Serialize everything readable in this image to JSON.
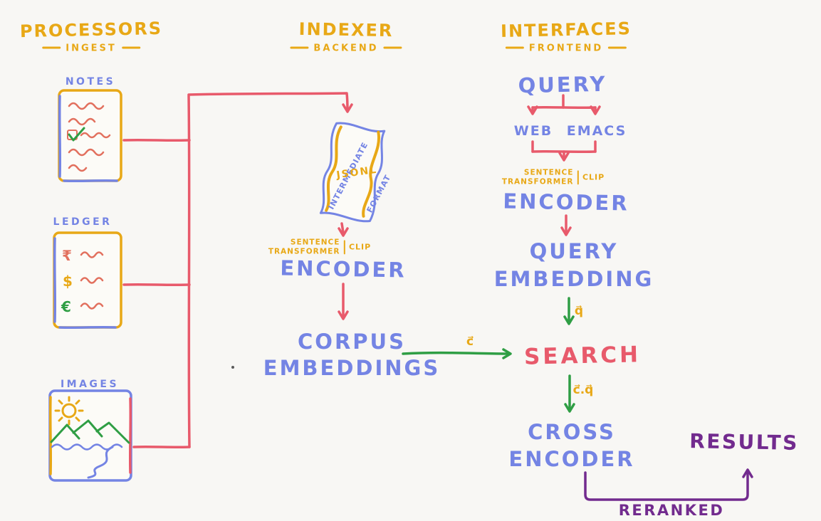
{
  "columns": {
    "processors": {
      "title": "PROCESSORS",
      "subtitle": "INGEST"
    },
    "indexer": {
      "title": "INDEXER",
      "subtitle": "BACKEND"
    },
    "interfaces": {
      "title": "INTERFACES",
      "subtitle": "FRONTEND"
    }
  },
  "sources": {
    "notes": {
      "label": "NOTES"
    },
    "ledger": {
      "label": "LEDGER",
      "currencies": [
        "₹",
        "$",
        "€"
      ]
    },
    "images": {
      "label": "IMAGES"
    }
  },
  "indexer": {
    "scroll": {
      "side_left": "INTERMEDIATE",
      "center": "JSONL",
      "side_right": "FORMAT"
    },
    "encoder_pre": {
      "line1": "SENTENCE",
      "line2": "TRANSFORMER",
      "alt": "CLIP"
    },
    "encoder": "ENCODER",
    "corpus": {
      "line1": "CORPUS",
      "line2": "EMBEDDINGS"
    }
  },
  "interfaces": {
    "query": "QUERY",
    "web": "WEB",
    "emacs": "EMACS",
    "encoder_pre": {
      "line1": "SENTENCE",
      "line2": "TRANSFORMER",
      "alt": "CLIP"
    },
    "encoder": "ENCODER",
    "query_embedding": {
      "line1": "QUERY",
      "line2": "EMBEDDING"
    },
    "search": "SEARCH",
    "cross_encoder": {
      "line1": "CROSS",
      "line2": "ENCODER"
    },
    "results": "RESULTS",
    "reranked": "RERANKED"
  },
  "edge_labels": {
    "corpus_vector": "c⃗",
    "query_vector": "q⃗",
    "dot_product": "c⃗.q⃗"
  },
  "colors": {
    "yellow": "#e8a816",
    "blue": "#7484e4",
    "red": "#e85a6b",
    "green": "#2f9e44",
    "purple": "#722b8e",
    "orange": "#e2705e",
    "background": "#f8f7f4"
  }
}
